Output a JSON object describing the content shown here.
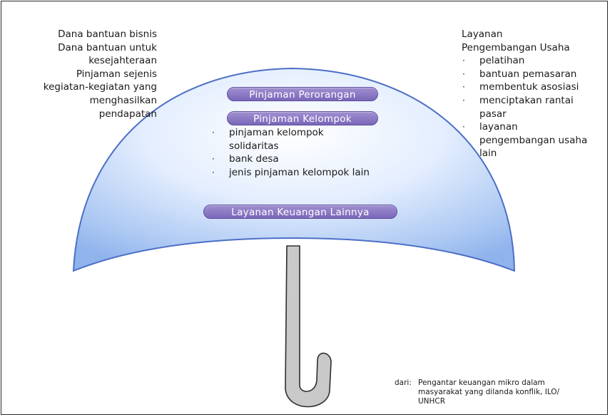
{
  "left_items": [
    "Dana bantuan bisnis",
    "Dana bantuan untuk",
    "kesejahteraan",
    "Pinjaman sejenis",
    "kegiatan-kegiatan yang",
    "menghasilkan",
    "pendapatan"
  ],
  "right": {
    "title_lines": [
      "Layanan",
      "Pengembangan Usaha"
    ],
    "items": [
      "pelatihan",
      "bantuan pemasaran",
      "membentuk asosiasi",
      "menciptakan rantai pasar",
      "layanan pengembangan usaha lain"
    ]
  },
  "umbrella": {
    "pill_individual": "Pinjaman Perorangan",
    "pill_group": "Pinjaman Kelompok",
    "group_items": [
      "pinjaman kelompok solidaritas",
      "bank desa",
      "jenis pinjaman kelompok lain"
    ],
    "pill_other": "Layanan Keuangan Lainnya"
  },
  "source": {
    "label": "dari:",
    "text": "Pengantar keuangan mikro dalam masyarakat yang dilanda konflik, ILO/ UNHCR"
  },
  "colors": {
    "canopy_light": "#eef4ff",
    "canopy_dark": "#8fb3ec",
    "canopy_outline": "#4c6fc6",
    "pill": "#7a67b9",
    "handle": "#c9c9c9"
  }
}
